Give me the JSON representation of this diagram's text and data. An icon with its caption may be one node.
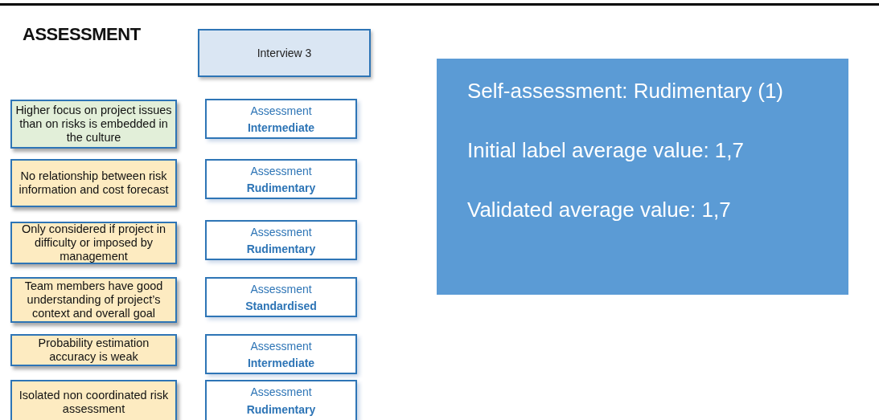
{
  "diagram": {
    "title": "ASSESSMENT",
    "nodes": [
      {
        "text": [
          "Interview 3"
        ]
      },
      {
        "text": [
          "Self-assessment: Rudimentary (1)",
          "Initial label average value: 1,7",
          "Validated average value: 1,7"
        ]
      },
      {
        "text": [
          "Higher focus on project issues than on risks is embedded in the culture"
        ]
      },
      {
        "text": [
          "Assessment",
          "Intermediate"
        ]
      },
      {
        "text": [
          "No relationship between risk information and cost forecast"
        ]
      },
      {
        "text": [
          "Assessment",
          "Rudimentary"
        ]
      },
      {
        "text": [
          "Only considered if project in difficulty or imposed by management"
        ]
      },
      {
        "text": [
          "Assessment",
          "Rudimentary"
        ]
      },
      {
        "text": [
          "Team members have good understanding of project’s context and overall goal"
        ]
      },
      {
        "text": [
          "Assessment",
          "Standardised"
        ]
      },
      {
        "text": [
          "Probability estimation accuracy is weak"
        ]
      },
      {
        "text": [
          "Assessment",
          "Intermediate"
        ]
      },
      {
        "text": [
          "Isolated non coordinated risk assessment"
        ]
      },
      {
        "text": [
          "Assessment",
          "Rudimentary"
        ]
      }
    ]
  }
}
